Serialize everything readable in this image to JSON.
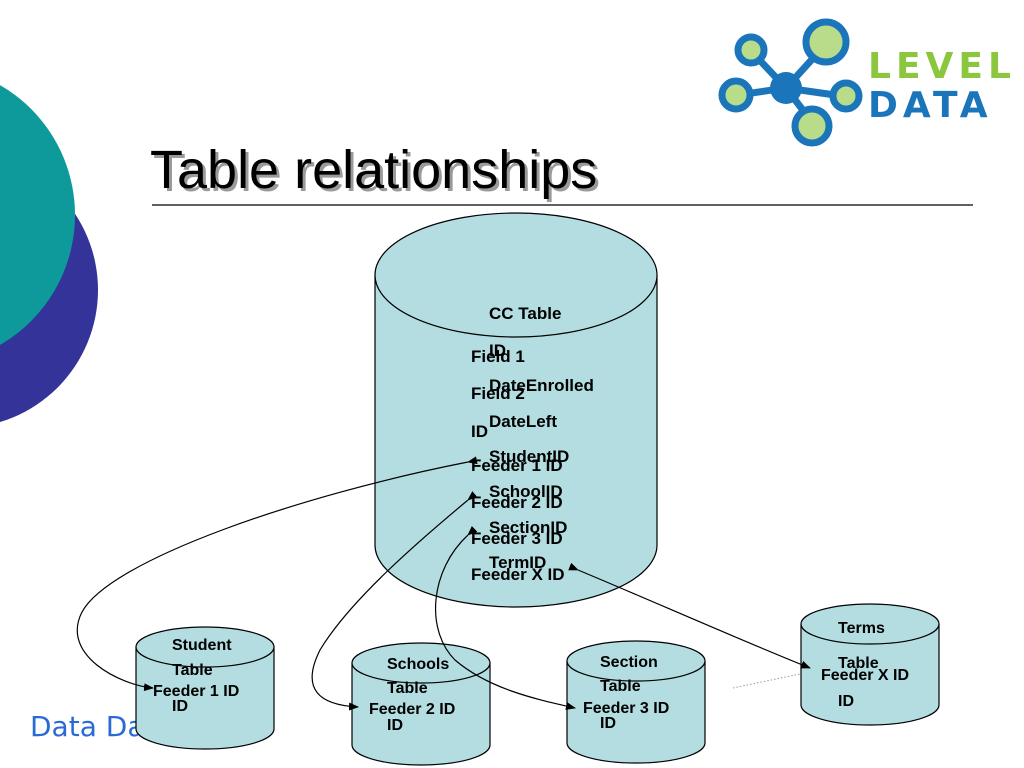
{
  "slide": {
    "title": "Table relationships",
    "footer_text": "Data Data Data",
    "logo": {
      "word1": "LEVEL",
      "word2": "DATA",
      "green": "#8cc63f",
      "blue": "#1b75bb"
    }
  },
  "colors": {
    "cylinder_fill": "#b3dde0",
    "circle_teal": "#0e9a9a",
    "circle_indigo": "#33339a",
    "footer": "#2a6ad6"
  },
  "main_table": {
    "name_line1": "CC Table",
    "name_line2": "ID",
    "fields": [
      {
        "label": "Field 1",
        "value": "DateEnrolled"
      },
      {
        "label": "Field 2",
        "value": "DateLeft"
      },
      {
        "label": "ID",
        "value": "StudentID"
      },
      {
        "label": "Feeder 1 ID",
        "value": "SchoolID"
      },
      {
        "label": "Feeder 2 ID",
        "value": "SectionID"
      },
      {
        "label": "Feeder 3 ID",
        "value": "TermID"
      },
      {
        "label": "Feeder X ID",
        "value": ""
      }
    ]
  },
  "feeder_tables": [
    {
      "name_line1": "Student",
      "name_line2": "Table",
      "field": "Feeder 1 ID",
      "key": "ID"
    },
    {
      "name_line1": "Schools",
      "name_line2": "Table",
      "field": "Feeder 2 ID",
      "key": "ID"
    },
    {
      "name_line1": "Section",
      "name_line2": "Table",
      "field": "Feeder 3 ID",
      "key": "ID"
    },
    {
      "name_line1": "Terms",
      "name_line2": "Table",
      "field": "Feeder X ID",
      "key": "ID"
    }
  ]
}
